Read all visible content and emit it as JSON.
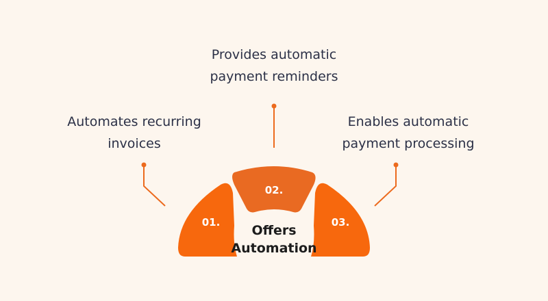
{
  "center": {
    "line1": "Offers",
    "line2": "Automation"
  },
  "segments": [
    {
      "number": "01.",
      "text_line1": "Automates recurring",
      "text_line2": "invoices"
    },
    {
      "number": "02.",
      "text_line1": "Provides automatic",
      "text_line2": "payment reminders"
    },
    {
      "number": "03.",
      "text_line1": "Enables automatic",
      "text_line2": "payment processing"
    }
  ],
  "colors": {
    "background": "#fdf6ee",
    "segment_side": "#f7680d",
    "segment_middle": "#e96a22",
    "connector": "#ec6a1d",
    "text": "#2b3046"
  }
}
